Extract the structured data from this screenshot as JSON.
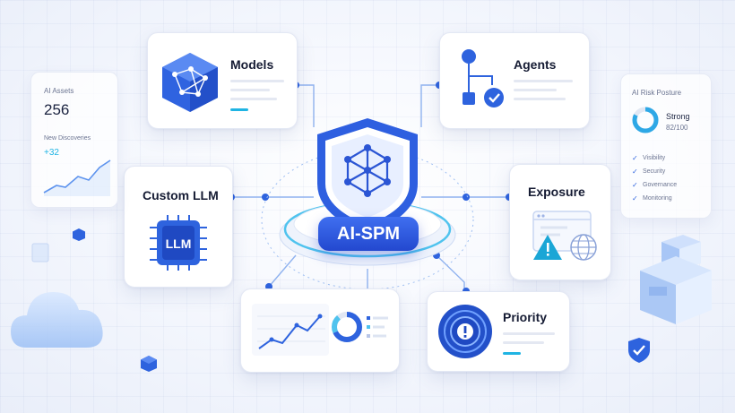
{
  "hub": {
    "label": "AI-SPM"
  },
  "nodes": {
    "models": {
      "title": "Models"
    },
    "agents": {
      "title": "Agents"
    },
    "custom_llm": {
      "title": "Custom LLM",
      "chip_label": "LLM"
    },
    "exposure": {
      "title": "Exposure"
    },
    "priority": {
      "title": "Priority"
    }
  },
  "assets_panel": {
    "title": "AI Assets",
    "count": "256",
    "discoveries_label": "New Discoveries",
    "discoveries_delta": "+32"
  },
  "risk_panel": {
    "title": "AI Risk Posture",
    "status": "Strong",
    "score": "82/100",
    "score_fraction": 0.82,
    "checklist": [
      "Visibility",
      "Security",
      "Governance",
      "Monitoring"
    ]
  },
  "colors": {
    "primary": "#2a5bd7",
    "accent": "#1fb4e3",
    "warning": "#1aa6d6"
  }
}
